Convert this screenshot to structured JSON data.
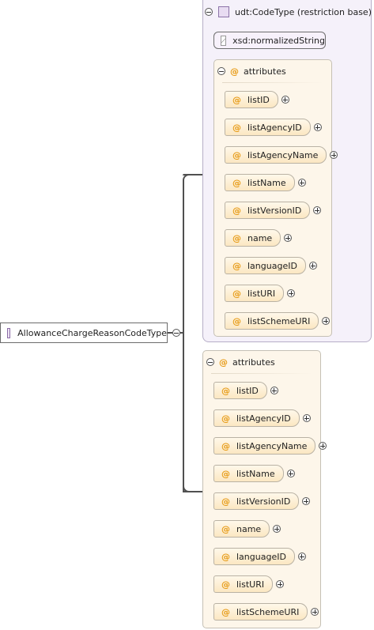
{
  "root": {
    "label": "AllowanceChargeReasonCodeType",
    "icon": "element-square-icon"
  },
  "type_group": {
    "header": "udt:CodeType (restriction base)",
    "simple_type": "xsd:normalizedString",
    "attributes_title": "attributes",
    "attributes": [
      "listID",
      "listAgencyID",
      "listAgencyName",
      "listName",
      "listVersionID",
      "name",
      "languageID",
      "listURI",
      "listSchemeURI"
    ]
  },
  "attributes_group": {
    "title": "attributes",
    "attributes": [
      "listID",
      "listAgencyID",
      "listAgencyName",
      "listName",
      "listVersionID",
      "name",
      "languageID",
      "listURI",
      "listSchemeURI"
    ]
  },
  "symbols": {
    "attribute": "@"
  },
  "colors": {
    "attribute_marker": "#e79a14",
    "panel": "#f5f1fa",
    "group": "#fdf6ea"
  }
}
